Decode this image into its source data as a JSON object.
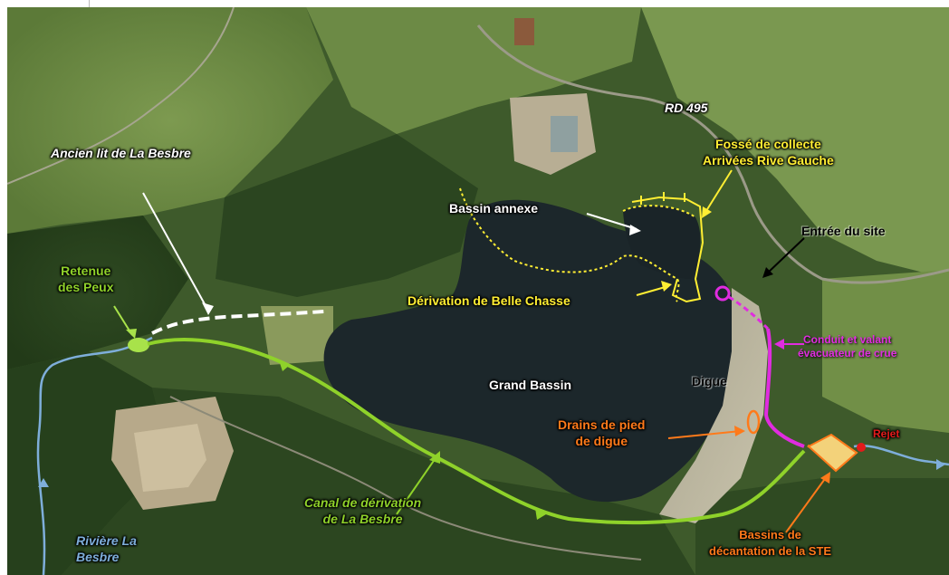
{
  "colors": {
    "water": "#7eaeda",
    "lake": "#1f2b30",
    "green_canal": "#8fd22a",
    "yellow": "#ffee33",
    "magenta": "#e02ce0",
    "orange": "#ff7a1a",
    "red": "#e31b1b",
    "white": "#ffffff"
  },
  "labels": {
    "rd495": "RD 495",
    "fosse_line1": "Fossé de collecte",
    "fosse_line2": "Arrivées Rive Gauche",
    "ancien_lit": "Ancien lit de La Besbre",
    "bassin_annexe": "Bassin annexe",
    "entree_site": "Entrée du site",
    "retenue_line1": "Retenue",
    "retenue_line2": "des Peux",
    "derivation_belle_chasse": "Dérivation de Belle Chasse",
    "conduit_line1": "Conduit et valant",
    "conduit_line2": "évacuateur de crue",
    "grand_bassin": "Grand Bassin",
    "digue": "Digue",
    "drains_line1": "Drains de pied",
    "drains_line2": "de digue",
    "rejet": "Rejet",
    "canal_line1": "Canal de dérivation",
    "canal_line2": "de La Besbre",
    "bassins_line1": "Bassins de",
    "bassins_line2": "décantation de la STE",
    "riviere_line1": "Rivière La",
    "riviere_line2": "Besbre"
  }
}
